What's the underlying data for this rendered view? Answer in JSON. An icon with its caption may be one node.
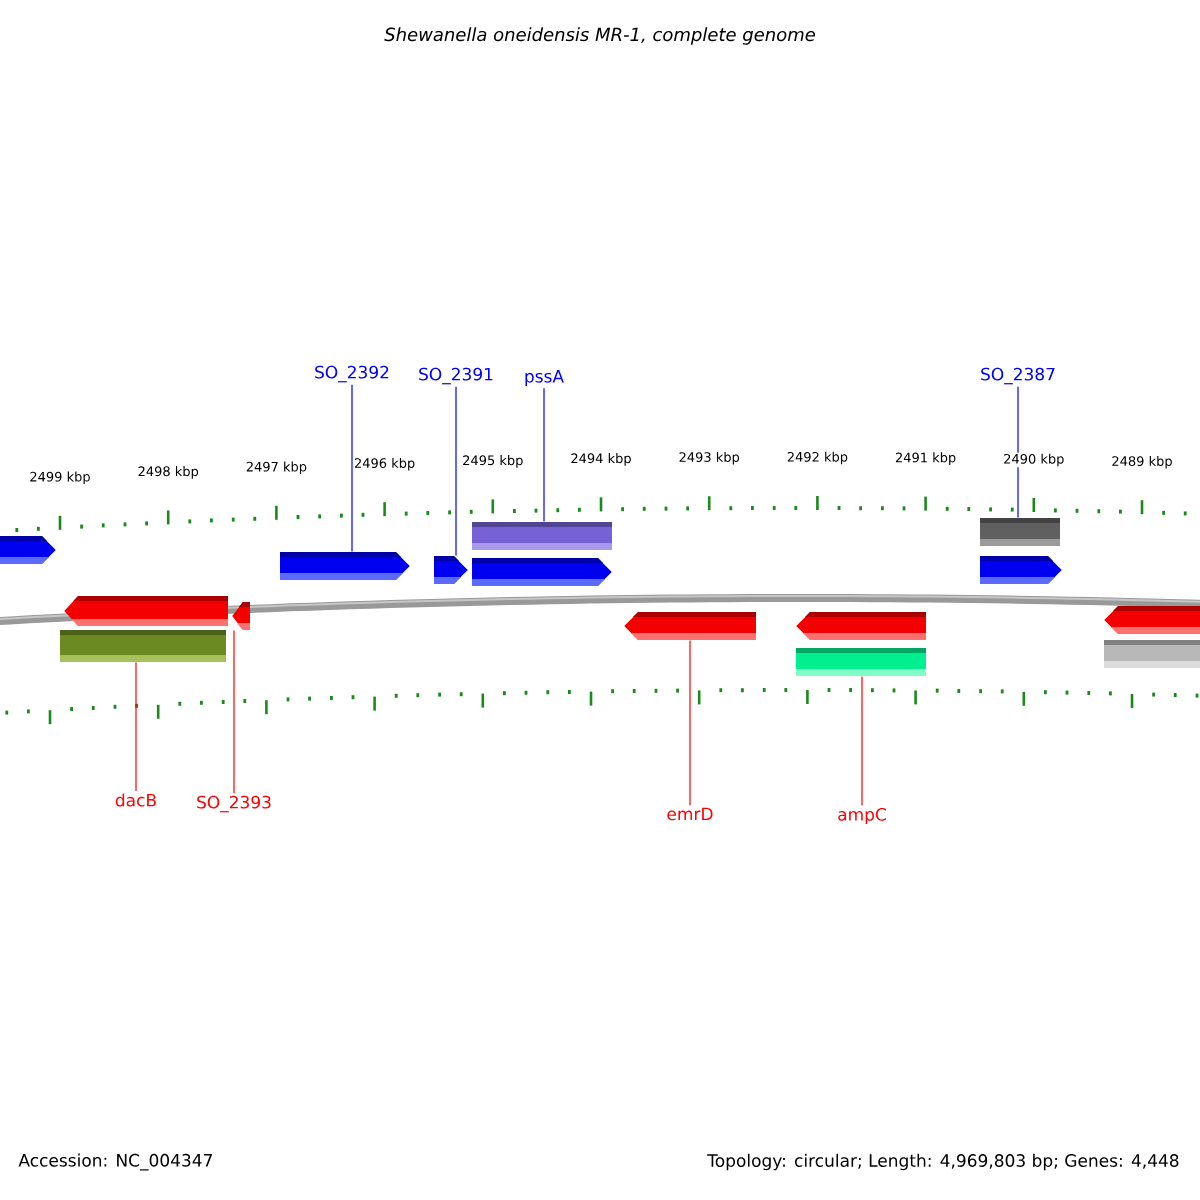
{
  "diagram": {
    "title": "Shewanella oneidensis MR-1, complete genome",
    "nodes": [
      {
        "text": [
          "SO_2392"
        ]
      },
      {
        "text": [
          "SO_2391"
        ]
      },
      {
        "text": [
          "pssA"
        ]
      },
      {
        "text": [
          "SO_2387"
        ]
      },
      {
        "text": [],
        "shape": "arrow"
      },
      {
        "text": [],
        "shape": "bar"
      },
      {
        "text": [],
        "shape": "bar"
      },
      {
        "text": [],
        "shape": "arrow"
      },
      {
        "text": [],
        "shape": "arrow"
      },
      {
        "text": [],
        "shape": "arrow"
      },
      {
        "text": [],
        "shape": "arrow"
      },
      {
        "text": [],
        "shape": "arrow"
      },
      {
        "text": [],
        "shape": "arrow"
      },
      {
        "text": [],
        "shape": "arrow"
      },
      {
        "text": [],
        "shape": "arrow"
      },
      {
        "text": [],
        "shape": "arrow"
      },
      {
        "text": [],
        "shape": "bar"
      },
      {
        "text": [],
        "shape": "bar"
      },
      {
        "text": [],
        "shape": "bar"
      },
      {
        "text": [
          "dacB"
        ]
      },
      {
        "text": [
          "SO_2393"
        ]
      },
      {
        "text": [
          "emrD"
        ]
      },
      {
        "text": [
          "ampC"
        ]
      }
    ],
    "edges": [
      {
        "from": 0,
        "to": 7,
        "arrow": "none",
        "color": "#0000ff"
      },
      {
        "from": 1,
        "to": 8,
        "arrow": "none",
        "color": "#0000ff"
      },
      {
        "from": 2,
        "to": 5,
        "arrow": "none",
        "color": "#0000ff"
      },
      {
        "from": 3,
        "to": 6,
        "arrow": "none",
        "color": "#0000ff"
      },
      {
        "from": 19,
        "to": 16,
        "arrow": "none",
        "color": "#ff0000"
      },
      {
        "from": 20,
        "to": 12,
        "arrow": "none",
        "color": "#ff0000"
      },
      {
        "from": 21,
        "to": 13,
        "arrow": "none",
        "color": "#ff0000"
      },
      {
        "from": 22,
        "to": 17,
        "arrow": "none",
        "color": "#ff0000"
      }
    ],
    "labels": [
      "2499 kbp",
      "2498 kbp",
      "2497 kbp",
      "2496 kbp",
      "2495 kbp",
      "2494 kbp",
      "2493 kbp",
      "2492 kbp",
      "2491 kbp",
      "2490 kbp",
      "2489 kbp",
      "Accession: NC_004347",
      "Topology: circular; Length: 4,969,803 bp; Genes: 4,448"
    ]
  }
}
